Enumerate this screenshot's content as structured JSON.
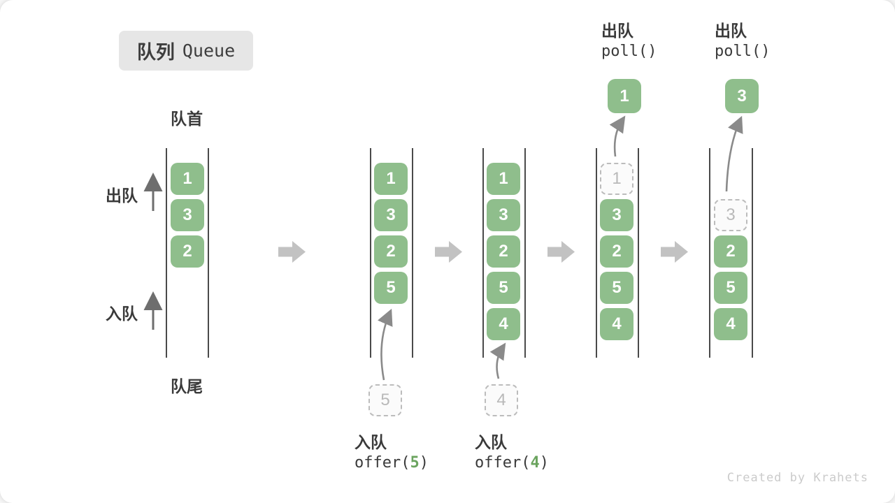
{
  "title": {
    "zh": "队列",
    "en": "Queue"
  },
  "labels": {
    "front": "队首",
    "rear": "队尾",
    "dequeue": "出队",
    "enqueue": "入队"
  },
  "colors": {
    "box_green": "#8FBE8C",
    "code_arg_green": "#6BA45F",
    "flow_arrow_gray": "#C2C2C2",
    "wall_line": "#4A4A4A",
    "dashed_gray": "#BCBCBC",
    "text_dark": "#3A3A3A",
    "watermark_gray": "#CBCBCB",
    "badge_bg": "#E6E6E6"
  },
  "queues": [
    {
      "name": "state-initial",
      "slots": [
        {
          "v": "1",
          "t": "solid"
        },
        {
          "v": "3",
          "t": "solid"
        },
        {
          "v": "2",
          "t": "solid"
        }
      ]
    },
    {
      "name": "state-after-offer-5",
      "slots": [
        {
          "v": "1",
          "t": "solid"
        },
        {
          "v": "3",
          "t": "solid"
        },
        {
          "v": "2",
          "t": "solid"
        },
        {
          "v": "5",
          "t": "solid"
        }
      ]
    },
    {
      "name": "state-after-offer-4",
      "slots": [
        {
          "v": "1",
          "t": "solid"
        },
        {
          "v": "3",
          "t": "solid"
        },
        {
          "v": "2",
          "t": "solid"
        },
        {
          "v": "5",
          "t": "solid"
        },
        {
          "v": "4",
          "t": "solid"
        }
      ]
    },
    {
      "name": "state-poll-1",
      "slots": [
        {
          "v": "1",
          "t": "dashed"
        },
        {
          "v": "3",
          "t": "solid"
        },
        {
          "v": "2",
          "t": "solid"
        },
        {
          "v": "5",
          "t": "solid"
        },
        {
          "v": "4",
          "t": "solid"
        }
      ]
    },
    {
      "name": "state-poll-3",
      "slots": [
        {
          "v": "3",
          "t": "dashed"
        },
        {
          "v": "2",
          "t": "solid"
        },
        {
          "v": "5",
          "t": "solid"
        },
        {
          "v": "4",
          "t": "solid"
        }
      ]
    }
  ],
  "operations": {
    "offer5": {
      "label": "入队",
      "fn": "offer(",
      "arg": "5",
      "close": ")",
      "pending_value": "5"
    },
    "offer4": {
      "label": "入队",
      "fn": "offer(",
      "arg": "4",
      "close": ")",
      "pending_value": "4"
    },
    "poll1": {
      "label": "出队",
      "code": "poll()",
      "removed_value": "1"
    },
    "poll3": {
      "label": "出队",
      "code": "poll()",
      "removed_value": "3"
    }
  },
  "watermark": "Created by Krahets"
}
